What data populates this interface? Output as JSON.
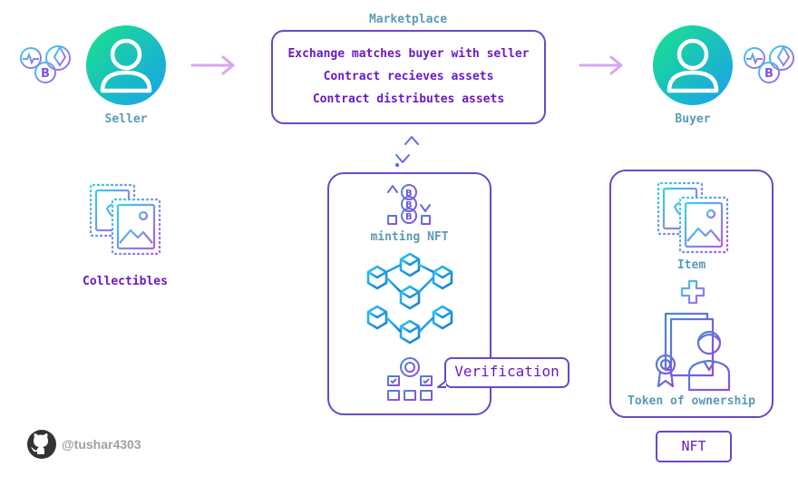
{
  "marketplace": {
    "title": "Marketplace",
    "lines": [
      "Exchange matches buyer with seller",
      "Contract recieves assets",
      "Contract distributes assets"
    ]
  },
  "seller": {
    "label": "Seller"
  },
  "buyer": {
    "label": "Buyer"
  },
  "collectibles": {
    "label": "Collectibles"
  },
  "minting": {
    "label": "minting NFT",
    "verification_label": "Verification"
  },
  "buyer_box": {
    "item_label": "Item",
    "token_label": "Token of ownership"
  },
  "nft": {
    "label": "NFT"
  },
  "footer": {
    "handle": "@tushar4303"
  },
  "colors": {
    "purple": "#6a1bc4",
    "border": "#6a48c8",
    "teal_label": "#5b9ab5",
    "arrow": "#d7a6ee",
    "avatar_gradient": [
      "#16e08a",
      "#1aa6e6"
    ]
  },
  "icons": [
    "crypto-coins-icon",
    "user-avatar-icon",
    "right-arrow-icon",
    "exchange-arrows-icon",
    "stamp-cards-icon",
    "bitcoin-stack-icon",
    "blockchain-cubes-icon",
    "verification-chart-icon",
    "plus-icon",
    "certificate-owner-icon",
    "github-icon"
  ]
}
